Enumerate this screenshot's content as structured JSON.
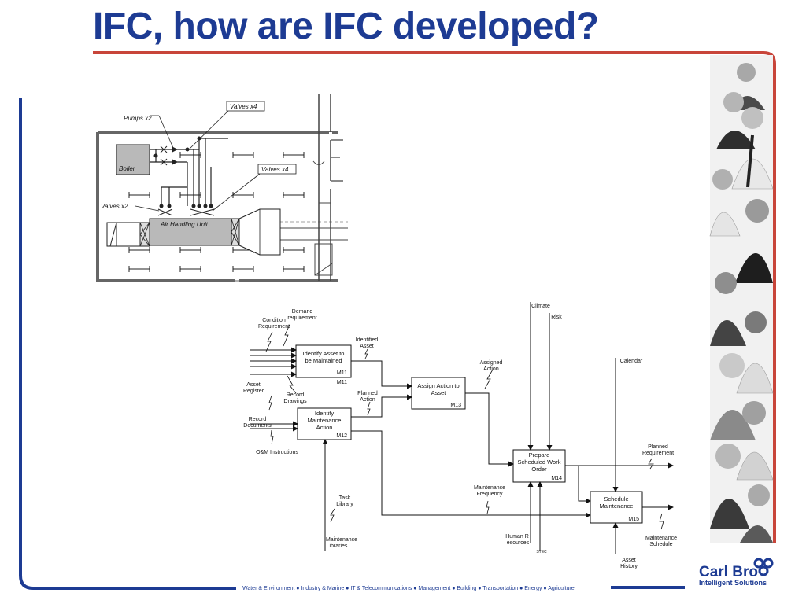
{
  "slide": {
    "title": "IFC, how are IFC developed?"
  },
  "hvac": {
    "pumps": "Pumps x2",
    "valves_top": "Valves x4",
    "valves_mid": "Valves x4",
    "valves_left": "Valves x2",
    "boiler": "Boiler",
    "ahu": "Air Handling Unit"
  },
  "idef": {
    "boxes": {
      "m11": {
        "label1": "Identify Asset to",
        "label2": "be Maintained",
        "code_a": "M11",
        "code_b": "M11"
      },
      "m12": {
        "label1": "Identify",
        "label2": "Maintenance",
        "label3": "Action",
        "code": "M12"
      },
      "m13": {
        "label1": "Assign Action to",
        "label2": "Asset",
        "code": "M13"
      },
      "m14": {
        "label1": "Prepare",
        "label2": "Scheduled Work",
        "label3": "Order",
        "code": "M14"
      },
      "m15": {
        "label1": "Schedule",
        "label2": "Maintenance",
        "code": "M15"
      }
    },
    "labels": {
      "demand1": "Demand",
      "demand2": "requirement",
      "condition1": "Condition",
      "condition2": "Requirement",
      "identified1": "Identified",
      "identified2": "Asset",
      "asset_reg1": "Asset",
      "asset_reg2": "Register",
      "record_draw1": "Record",
      "record_draw2": "Drawings",
      "record_doc1": "Record",
      "record_doc2": "Documents",
      "om": "O&M Instructions",
      "planned_action1": "Planned",
      "planned_action2": "Action",
      "assigned1": "Assigned",
      "assigned2": "Action",
      "climate": "Climate",
      "risk": "Risk",
      "calendar": "Calendar",
      "planned_req1": "Planned",
      "planned_req2": "Requirement",
      "maint_freq1": "Maintenance",
      "maint_freq2": "Frequency",
      "task_lib1": "Task",
      "task_lib2": "Library",
      "maint_lib1": "Maintenance",
      "maint_lib2": "Libraries",
      "human1": "Human R",
      "human2": "esources",
      "stec": "STEC",
      "maint_sched1": "Maintenance",
      "maint_sched2": "Schedule",
      "asset_hist1": "Asset",
      "asset_hist2": "History"
    }
  },
  "brand": {
    "name": "Carl Bro",
    "tagline": "Intelligent Solutions"
  },
  "footer": {
    "sectors": "Water & Environment ● Industry & Marine ● IT & Telecommunications ● Management ● Building ● Transportation ● Energy ● Agriculture"
  },
  "colors": {
    "title": "#1d3b93",
    "accent_red": "#c8453a",
    "frame_blue": "#1d3b93"
  }
}
